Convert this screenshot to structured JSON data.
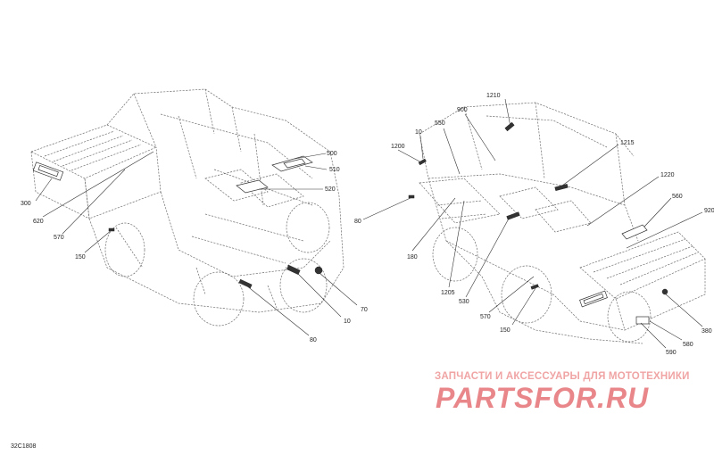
{
  "watermark": {
    "subtitle": "ЗАПЧАСТИ И АКСЕССУАРЫ ДЛЯ МОТОТЕХНИКИ",
    "brand": "PARTSFOR.RU"
  },
  "reference_code": "32C1808",
  "callouts_left": [
    "500",
    "510",
    "520",
    "300",
    "620",
    "570",
    "150",
    "10",
    "70",
    "80"
  ],
  "callouts_right": [
    "1210",
    "900",
    "550",
    "10",
    "1200",
    "1215",
    "80",
    "1220",
    "560",
    "920",
    "180",
    "1205",
    "530",
    "570",
    "150",
    "380",
    "580",
    "590"
  ],
  "colors": {
    "line": "#333333",
    "frame": "#6f6f6f",
    "watermark": "#e8868a"
  }
}
